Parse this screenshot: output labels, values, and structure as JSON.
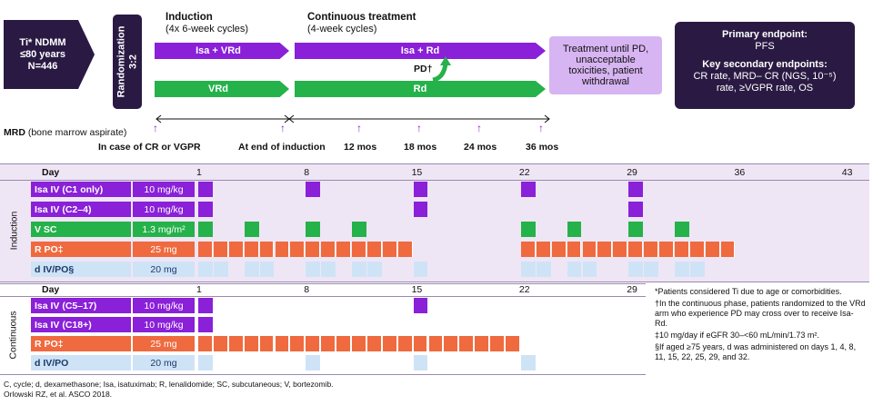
{
  "population": {
    "line1": "Ti* NDMM",
    "line2": "≤80 years",
    "line3": "N=446"
  },
  "randomization": {
    "label": "Randomization",
    "ratio": "3:2"
  },
  "phases": {
    "induction_title": "Induction",
    "induction_sub": "(4x 6-week cycles)",
    "continuous_title": "Continuous treatment",
    "continuous_sub": "(4-week cycles)"
  },
  "arms": {
    "induction_a": "Isa + VRd",
    "induction_b": "VRd",
    "continuous_a": "Isa + Rd",
    "continuous_b": "Rd",
    "crossover": "PD†"
  },
  "treatment_until": "Treatment until PD, unacceptable toxicities, patient withdrawal",
  "endpoints": {
    "primary_title": "Primary endpoint:",
    "primary": "PFS",
    "secondary_title": "Key secondary endpoints:",
    "secondary_1": "CR rate, MRD– CR (NGS, 10⁻⁵)",
    "secondary_2": "rate, ≥VGPR rate, OS"
  },
  "mrd": {
    "label": "MRD",
    "label_sub": "(bone marrow aspirate)",
    "timepoints": [
      "In case of CR or VGPR",
      "At end of induction",
      "12 mos",
      "18 mos",
      "24 mos",
      "36 mos"
    ]
  },
  "induction_table": {
    "section_label": "Induction",
    "day_label": "Day",
    "days": [
      "1",
      "8",
      "15",
      "22",
      "29",
      "36",
      "43"
    ],
    "rows": [
      {
        "drug": "Isa IV (C1 only)",
        "dose": "10 mg/kg"
      },
      {
        "drug": "Isa IV (C2–4)",
        "dose": "10 mg/kg"
      },
      {
        "drug": "V SC",
        "dose": "1.3 mg/m²"
      },
      {
        "drug": "R PO‡",
        "dose": "25 mg"
      },
      {
        "drug": "d IV/PO§",
        "dose": "20 mg"
      }
    ]
  },
  "continuous_table": {
    "section_label": "Continuous",
    "day_label": "Day",
    "days": [
      "1",
      "8",
      "15",
      "22",
      "29"
    ],
    "rows": [
      {
        "drug": "Isa IV (C5–17)",
        "dose": "10 mg/kg"
      },
      {
        "drug": "Isa IV (C18+)",
        "dose": "10 mg/kg"
      },
      {
        "drug": "R PO‡",
        "dose": "25 mg"
      },
      {
        "drug": "d IV/PO",
        "dose": "20 mg"
      }
    ]
  },
  "footnotes": [
    "*Patients considered Ti due to age or comorbidities.",
    "†In the continuous phase, patients randomized to the VRd arm who experience PD may cross over to receive Isa-Rd.",
    "‡10 mg/day if eGFR 30–<60 mL/min/1.73 m².",
    "§If aged ≥75 years, d was administered on days 1, 4, 8, 11, 15, 22, 25, 29, and 32."
  ],
  "abbreviations": "C, cycle; d, dexamethasone; Isa, isatuximab; R, lenalidomide; SC, subcutaneous; V, bortezomib.",
  "citation": "Orlowski RZ, et al. ASCO 2018.",
  "colors": {
    "dark": "#2a1a43",
    "purple": "#8a20d8",
    "green": "#25b24a",
    "orange": "#ef6a3f",
    "light_blue": "#cfe3f7",
    "lavender": "#d7b4f2",
    "band": "#efe6f5"
  }
}
